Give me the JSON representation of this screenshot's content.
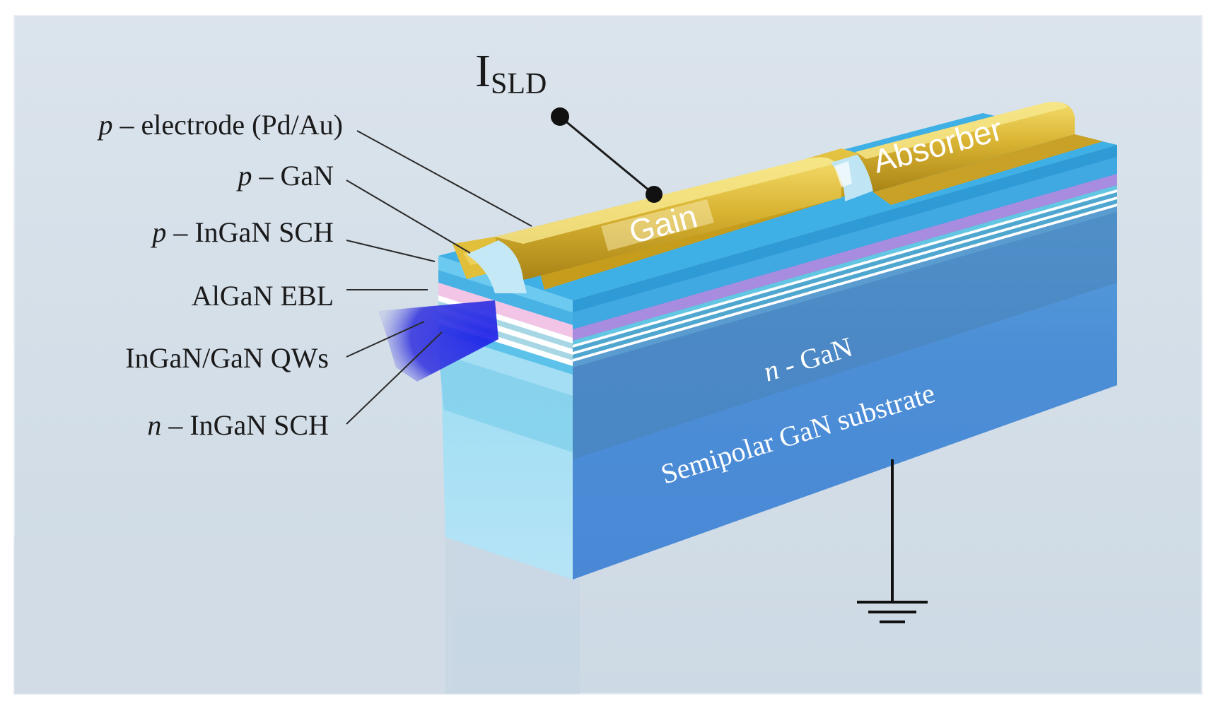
{
  "title": {
    "main": "I",
    "subscript": "SLD"
  },
  "layer_labels": [
    {
      "italic": "p",
      "rest": " – electrode (Pd/Au)"
    },
    {
      "italic": "p",
      "rest": " – GaN"
    },
    {
      "italic": "p",
      "rest": " – InGaN SCH"
    },
    {
      "italic": "",
      "rest": "AlGaN EBL"
    },
    {
      "italic": "",
      "rest": "InGaN/GaN QWs"
    },
    {
      "italic": "n",
      "rest": " – InGaN SCH"
    }
  ],
  "section_labels": {
    "gain": "Gain",
    "absorber": "Absorber"
  },
  "body_labels": {
    "n_gan_italic": "n",
    "n_gan_rest": " - GaN",
    "substrate": "Semipolar GaN substrate"
  },
  "colors": {
    "background": "#d7e1ea",
    "electrode": "#d8b432",
    "substrate_side": "#4d8fd8",
    "front_face": "#7fd0ee",
    "beam": "#2a2be0",
    "qw_layer": "#f2c4e6",
    "ebl_layer": "#a88ce0"
  },
  "icons": {
    "ground": "ground-symbol-icon",
    "contact": "contact-dot-icon",
    "beam": "emission-beam-icon"
  }
}
